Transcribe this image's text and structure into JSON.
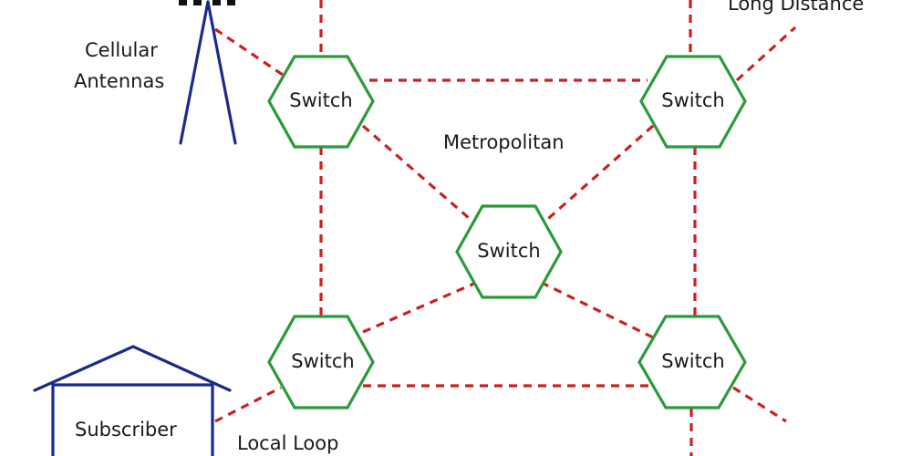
{
  "diagram": {
    "title": "Telephone network hierarchy",
    "nodes": [
      {
        "id": "sw-tl",
        "label": "Switch"
      },
      {
        "id": "sw-tr",
        "label": "Switch"
      },
      {
        "id": "sw-c",
        "label": "Switch"
      },
      {
        "id": "sw-bl",
        "label": "Switch"
      },
      {
        "id": "sw-br",
        "label": "Switch"
      }
    ],
    "labels": {
      "cellular_line1": "Cellular",
      "cellular_line2": "Antennas",
      "long_distance": "Long Distance",
      "metropolitan": "Metropolitan",
      "subscriber": "Subscriber",
      "local_loop": "Local Loop"
    },
    "edges": [
      {
        "from": "sw-tl",
        "to": "sw-tr"
      },
      {
        "from": "sw-tl",
        "to": "sw-bl"
      },
      {
        "from": "sw-tr",
        "to": "sw-br"
      },
      {
        "from": "sw-bl",
        "to": "sw-br"
      },
      {
        "from": "sw-tl",
        "to": "sw-c"
      },
      {
        "from": "sw-tr",
        "to": "sw-c"
      },
      {
        "from": "sw-bl",
        "to": "sw-c"
      },
      {
        "from": "sw-br",
        "to": "sw-c"
      },
      {
        "from": "sw-tl",
        "to": "cellular-antenna"
      },
      {
        "from": "sw-tl",
        "to": "offscreen-top"
      },
      {
        "from": "sw-tr",
        "to": "offscreen-top"
      },
      {
        "from": "sw-tr",
        "to": "long-distance"
      },
      {
        "from": "sw-bl",
        "to": "subscriber"
      },
      {
        "from": "sw-br",
        "to": "offscreen-bottom"
      },
      {
        "from": "sw-br",
        "to": "offscreen-bottom-right"
      }
    ],
    "colors": {
      "switch": "#2a9a3a",
      "link": "#cc1f1f",
      "endpoint": "#1a2a8c"
    }
  }
}
